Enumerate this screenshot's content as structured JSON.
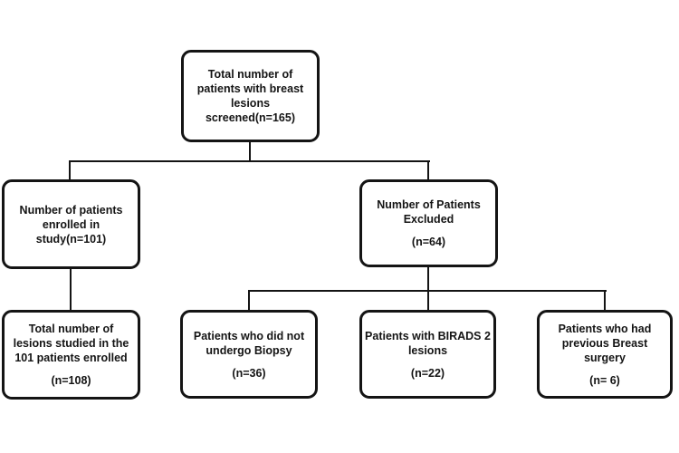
{
  "colors": {
    "background": "#ffffff",
    "box_fill": "#ffffff",
    "box_border": "#141414",
    "connector": "#141414",
    "text": "#141414"
  },
  "nodes": [
    {
      "id": "screened",
      "lines": [
        "Total number of",
        "patients with breast",
        "lesions",
        "screened(n=165)"
      ]
    },
    {
      "id": "enrolled",
      "lines": [
        "Number of patients",
        "enrolled in",
        "study(n=101)"
      ]
    },
    {
      "id": "excluded",
      "lines": [
        "Number of Patients",
        "Excluded"
      ],
      "count": "(n=64)"
    },
    {
      "id": "lesions-studied",
      "lines": [
        "Total number of",
        "lesions studied in the",
        "101 patients enrolled"
      ],
      "count": "(n=108)"
    },
    {
      "id": "no-biopsy",
      "lines": [
        "Patients who did not",
        "undergo Biopsy"
      ],
      "count": "(n=36)"
    },
    {
      "id": "birads2",
      "lines": [
        "Patients with BIRADS 2",
        "lesions"
      ],
      "count": "(n=22)"
    },
    {
      "id": "previous-surgery",
      "lines": [
        "Patients who had",
        "previous Breast",
        "surgery"
      ],
      "count": "(n= 6)"
    }
  ]
}
